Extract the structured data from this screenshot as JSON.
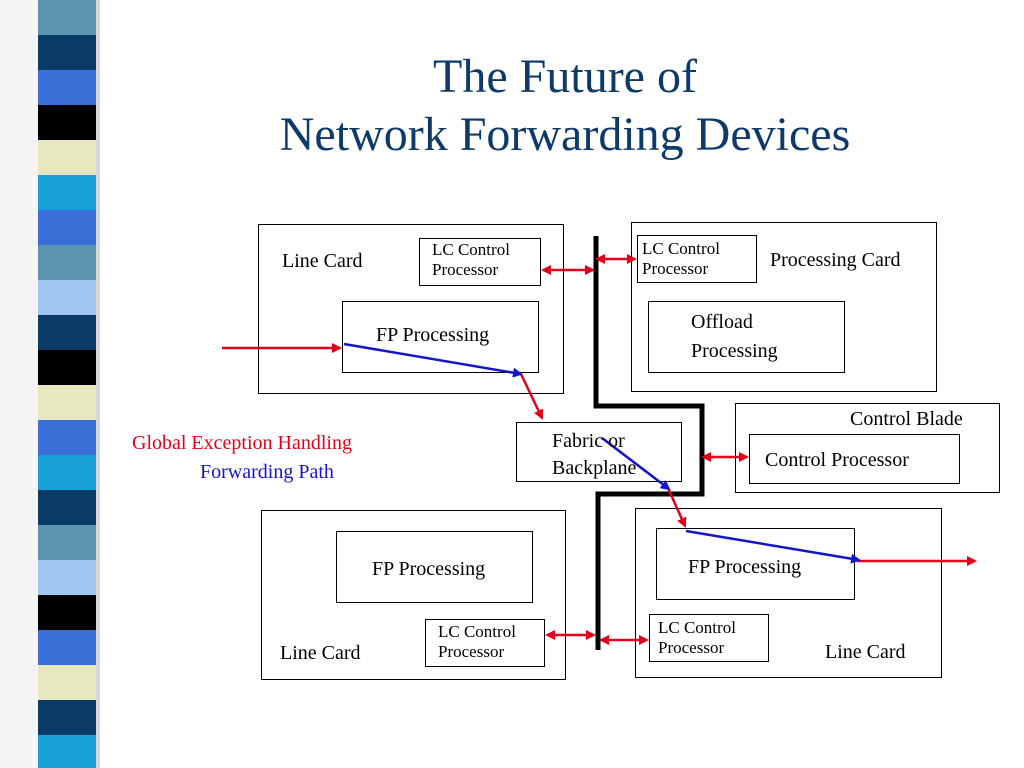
{
  "title": {
    "line1": "The Future of",
    "line2": "Network Forwarding Devices"
  },
  "legend": {
    "exception": "Global Exception Handling",
    "forwarding": "Forwarding Path"
  },
  "cards": {
    "top_left": {
      "label": "Line Card",
      "lc_control": {
        "line1": "LC Control",
        "line2": "Processor"
      },
      "fp": "FP Processing"
    },
    "top_right": {
      "label": "Processing Card",
      "lc_control": {
        "line1": "LC Control",
        "line2": "Processor"
      },
      "offload": {
        "line1": "Offload",
        "line2": "Processing"
      }
    },
    "control_blade": {
      "label": "Control Blade",
      "processor": "Control Processor"
    },
    "fabric": {
      "line1": "Fabric or",
      "line2": "Backplane"
    },
    "bottom_left": {
      "label": "Line Card",
      "fp": "FP Processing",
      "lc_control": {
        "line1": "LC Control",
        "line2": "Processor"
      }
    },
    "bottom_right": {
      "label": "Line Card",
      "fp": "FP Processing",
      "lc_control": {
        "line1": "LC Control",
        "line2": "Processor"
      }
    }
  },
  "colors": {
    "title": "#0d3a6b",
    "exception_path": "#e0001b",
    "forwarding_path": "#1414c8",
    "stripes": [
      "#5b95b0",
      "#0a3a66",
      "#3a6fd8",
      "#000000",
      "#e8e8c0",
      "#1aa0d8",
      "#a0c8f0",
      "#0a3a66"
    ]
  }
}
